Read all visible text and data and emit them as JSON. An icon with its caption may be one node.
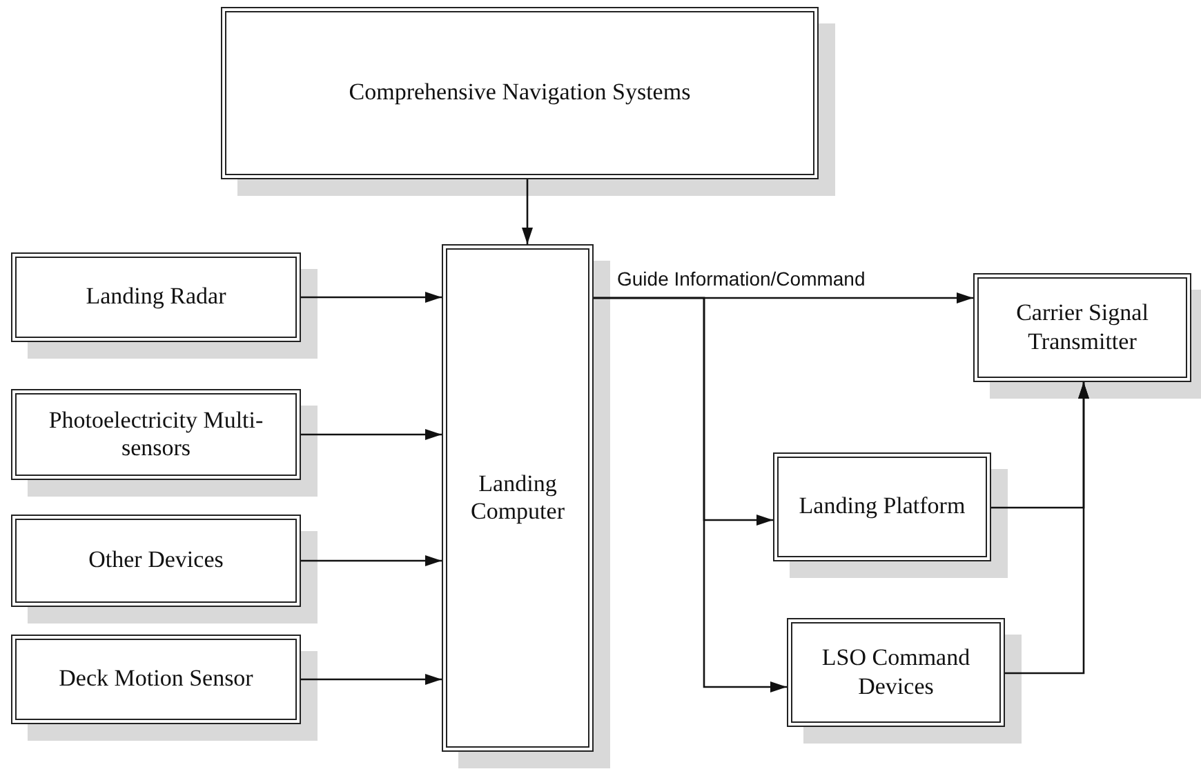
{
  "diagram": {
    "nodes": [
      {
        "text": [
          "Comprehensive Navigation Systems"
        ]
      },
      {
        "text": [
          "Landing Radar"
        ]
      },
      {
        "text": [
          "Photoelectricity Multi-sensors"
        ]
      },
      {
        "text": [
          "Other Devices"
        ]
      },
      {
        "text": [
          "Deck Motion Sensor"
        ]
      },
      {
        "text": [
          "Landing Computer"
        ]
      },
      {
        "text": [
          "Carrier Signal Transmitter"
        ]
      },
      {
        "text": [
          "Landing Platform"
        ]
      },
      {
        "text": [
          "LSO Command Devices"
        ]
      }
    ],
    "edges": [
      {
        "from": 0,
        "to": 5,
        "arrow": "to"
      },
      {
        "from": 1,
        "to": 5,
        "arrow": "to"
      },
      {
        "from": 2,
        "to": 5,
        "arrow": "to"
      },
      {
        "from": 3,
        "to": 5,
        "arrow": "to"
      },
      {
        "from": 4,
        "to": 5,
        "arrow": "to"
      },
      {
        "from": 5,
        "to": 6,
        "arrow": "to",
        "label": "Guide Information/Command"
      },
      {
        "from": 5,
        "to": 7,
        "arrow": "to"
      },
      {
        "from": 5,
        "to": 8,
        "arrow": "to"
      },
      {
        "from": 7,
        "to": 6,
        "arrow": "to"
      },
      {
        "from": 8,
        "to": 6,
        "arrow": "to"
      }
    ]
  }
}
